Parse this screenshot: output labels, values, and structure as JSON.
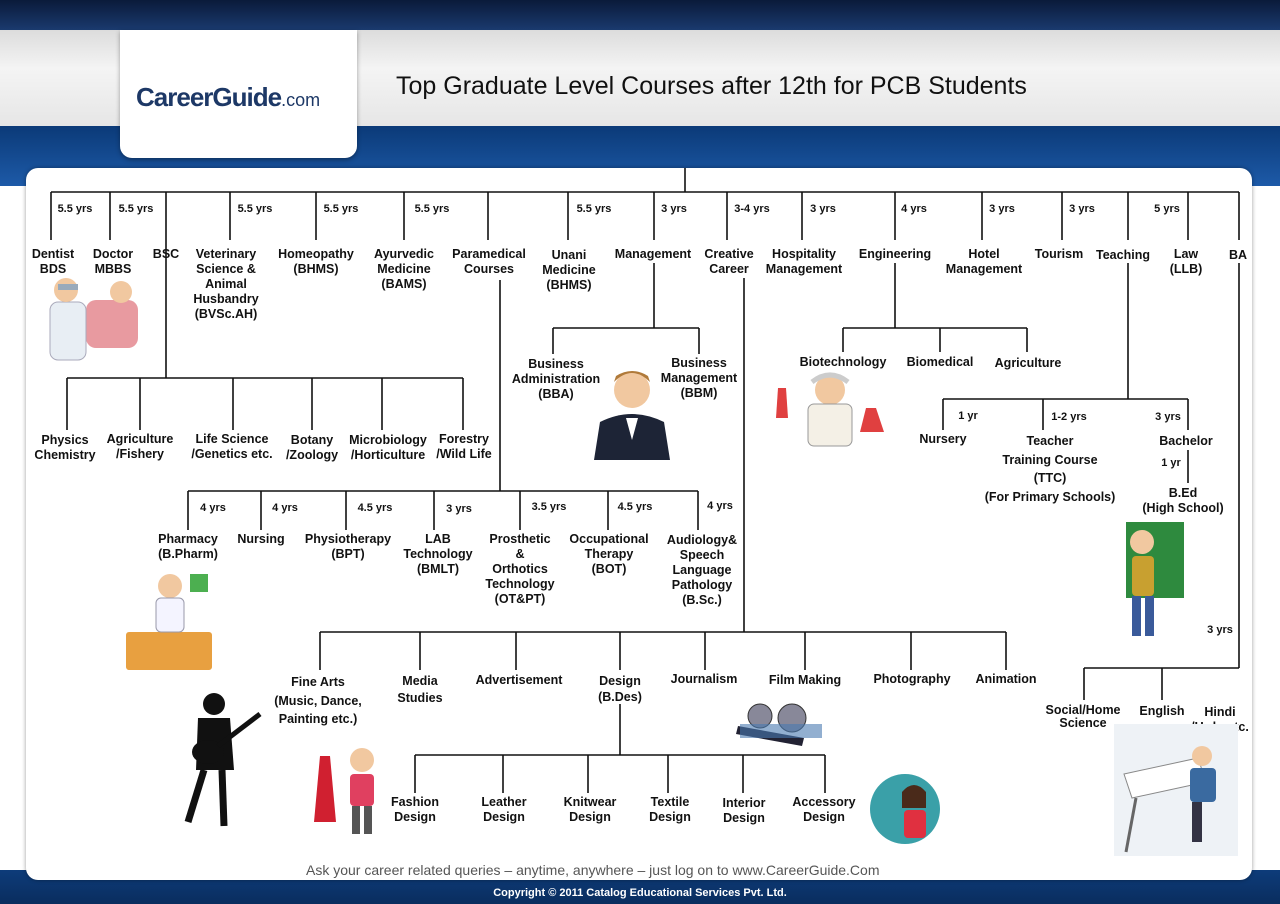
{
  "header": {
    "logo_main": "CareerGuide",
    "logo_suffix": ".com",
    "title": "Top Graduate Level Courses after 12th for PCB Students"
  },
  "top": [
    {
      "label": "Dentist\nBDS",
      "duration": "5.5 yrs"
    },
    {
      "label": "Doctor\nMBBS",
      "duration": "5.5 yrs"
    },
    {
      "label": "BSC",
      "duration": ""
    },
    {
      "label": "Veterinary\nScience &\nAnimal\nHusbandry\n(BVSc.AH)",
      "duration": "5.5 yrs"
    },
    {
      "label": "Homeopathy\n(BHMS)",
      "duration": "5.5 yrs"
    },
    {
      "label": "Ayurvedic\nMedicine\n(BAMS)",
      "duration": "5.5 yrs"
    },
    {
      "label": "Paramedical\nCourses",
      "duration": ""
    },
    {
      "label": "Unani\nMedicine\n(BHMS)",
      "duration": "5.5 yrs"
    },
    {
      "label": "Management",
      "duration": "3 yrs"
    },
    {
      "label": "Creative\nCareer",
      "duration": "3-4 yrs"
    },
    {
      "label": "Hospitality\nManagement",
      "duration": "3 yrs"
    },
    {
      "label": "Engineering",
      "duration": "4 yrs"
    },
    {
      "label": "Hotel\nManagement",
      "duration": "3 yrs"
    },
    {
      "label": "Tourism",
      "duration": "3 yrs"
    },
    {
      "label": "Teaching",
      "duration": ""
    },
    {
      "label": "Law\n(LLB)",
      "duration": "5 yrs"
    },
    {
      "label": "BA",
      "duration": ""
    }
  ],
  "bsc": [
    {
      "label": "Physics\nChemistry"
    },
    {
      "label": "Agriculture\n/Fishery"
    },
    {
      "label": "Life Science\n/Genetics etc."
    },
    {
      "label": "Botany\n/Zoology"
    },
    {
      "label": "Microbiology\n/Horticulture"
    },
    {
      "label": "Forestry\n/Wild Life"
    }
  ],
  "paramedical": [
    {
      "label": "Pharmacy\n(B.Pharm)",
      "duration": "4 yrs"
    },
    {
      "label": "Nursing",
      "duration": "4 yrs"
    },
    {
      "label": "Physiotherapy\n(BPT)",
      "duration": "4.5 yrs"
    },
    {
      "label": "LAB\nTechnology\n(BMLT)",
      "duration": "3 yrs"
    },
    {
      "label": "Prosthetic\n&\nOrthotics\nTechnology\n(OT&PT)",
      "duration": "3.5 yrs"
    },
    {
      "label": "Occupational\nTherapy\n(BOT)",
      "duration": "4.5 yrs"
    },
    {
      "label": "Audiology&\nSpeech\nLanguage\nPathology\n(B.Sc.)",
      "duration": "4 yrs"
    }
  ],
  "management": [
    {
      "label": "Business\nAdministration\n(BBA)"
    },
    {
      "label": "Business\nManagement\n(BBM)"
    }
  ],
  "engineering": [
    {
      "label": "Biotechnology"
    },
    {
      "label": "Biomedical"
    },
    {
      "label": "Agriculture"
    }
  ],
  "teaching": [
    {
      "label": "Nursery",
      "duration": "1 yr"
    },
    {
      "label": "Teacher\nTraining Course\n(TTC)\n(For Primary Schools)",
      "duration": "1-2 yrs"
    },
    {
      "label": "Bachelor",
      "duration": "3 yrs"
    }
  ],
  "bed": {
    "label": "B.Ed\n(High School)",
    "duration": "1 yr"
  },
  "creative": [
    {
      "label": "Fine Arts\n(Music, Dance,\nPainting  etc.)"
    },
    {
      "label": "Media\nStudies"
    },
    {
      "label": "Advertisement"
    },
    {
      "label": "Design\n(B.Des)"
    },
    {
      "label": "Journalism"
    },
    {
      "label": "Film Making"
    },
    {
      "label": "Photography"
    },
    {
      "label": "Animation"
    }
  ],
  "design": [
    {
      "label": "Fashion\nDesign"
    },
    {
      "label": "Leather\nDesign"
    },
    {
      "label": "Knitwear\nDesign"
    },
    {
      "label": "Textile\nDesign"
    },
    {
      "label": "Interior\nDesign"
    },
    {
      "label": "Accessory\nDesign"
    }
  ],
  "ba": {
    "duration": "3 yrs",
    "children": [
      {
        "label": "Social/Home\nScience"
      },
      {
        "label": "English"
      },
      {
        "label": "Hindi\n/Urdu etc."
      }
    ]
  },
  "footer": {
    "ask": "Ask your career related queries – anytime, anywhere – just log on to  www.CareerGuide.Com",
    "copyright": "Copyright © 2011 Catalog Educational Services Pvt. Ltd."
  }
}
